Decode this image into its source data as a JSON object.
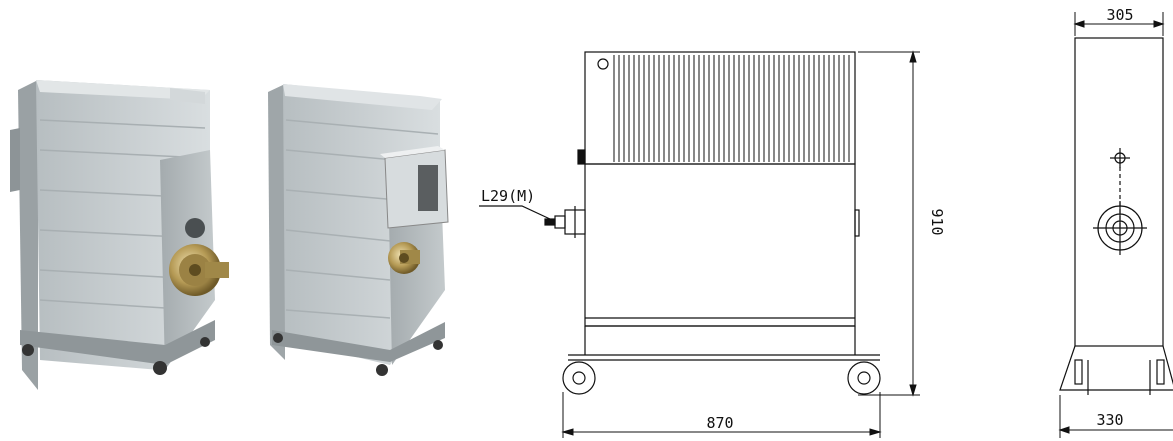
{
  "product_photos": [
    {
      "name": "unit-photo-front-angle"
    },
    {
      "name": "unit-photo-rear-angle"
    }
  ],
  "drawings": {
    "side_view": {
      "connector_label": "L29(M)",
      "height_dim": "910",
      "width_dim": "870"
    },
    "end_view": {
      "top_width_dim": "305",
      "bottom_width_dim": "330"
    }
  },
  "colors": {
    "line": "#111111",
    "cabinet_gray": "#c9cfd1",
    "cabinet_shade": "#a9b0b3",
    "brass": "#b59a55"
  }
}
